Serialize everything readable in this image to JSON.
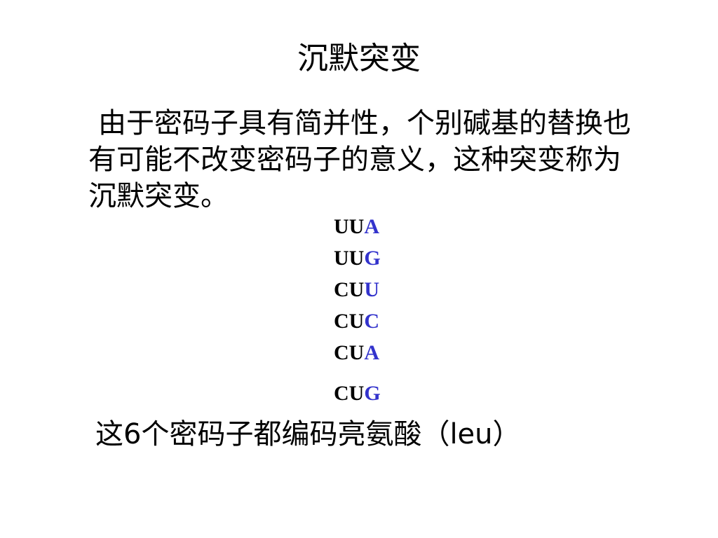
{
  "slide": {
    "title": "沉默突变",
    "paragraph": "由于密码子具有简并性，个别碱基的替换也有可能不改变密码子的意义，这种突变称为沉默突变。",
    "codons": [
      {
        "prefix": "UU",
        "third": "A"
      },
      {
        "prefix": "UU",
        "third": "G"
      },
      {
        "prefix": "CU",
        "third": "U"
      },
      {
        "prefix": "CU",
        "third": "C"
      },
      {
        "prefix": "CU",
        "third": "A"
      },
      {
        "prefix": "CU",
        "third": "G"
      }
    ],
    "summary": "这6个密码子都编码亮氨酸（leu）"
  },
  "colors": {
    "text": "#000000",
    "third_base": "#3333cc",
    "background": "#ffffff"
  }
}
